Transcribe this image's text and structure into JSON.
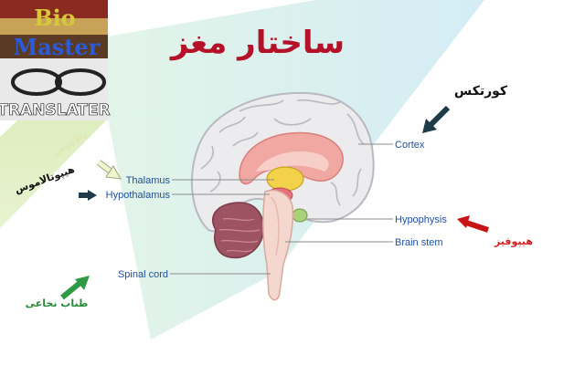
{
  "title": "ساختار مغز",
  "logo": {
    "line1": "Bio",
    "line2": "Master",
    "line3": "TRANSLATER"
  },
  "labels": {
    "cortex": "Cortex",
    "thalamus": "Thalamus",
    "hypothalamus": "Hypothalamus",
    "hypophysis": "Hypophysis",
    "brain_stem": "Brain stem",
    "spinal_cord": "Spinal cord"
  },
  "translations": {
    "cortex": "کورتکس",
    "thalamus": "تالاموس",
    "hypothalamus": "هیپوتالاموس",
    "hypophysis": "هیپوفیز",
    "spinal_cord": "طناب نخاعی"
  },
  "colors": {
    "title": "#b5122a",
    "label": "#1f4fa0",
    "hypophysis_fa": "#d81f1f",
    "spinal_fa": "#2a8a3a",
    "thalamus_fa": "#dfe8b0",
    "arrow_dark": "#1f3b4a",
    "arrow_red": "#c81414",
    "arrow_green": "#2f9a45",
    "arrow_pale": "#f2f4d0"
  }
}
